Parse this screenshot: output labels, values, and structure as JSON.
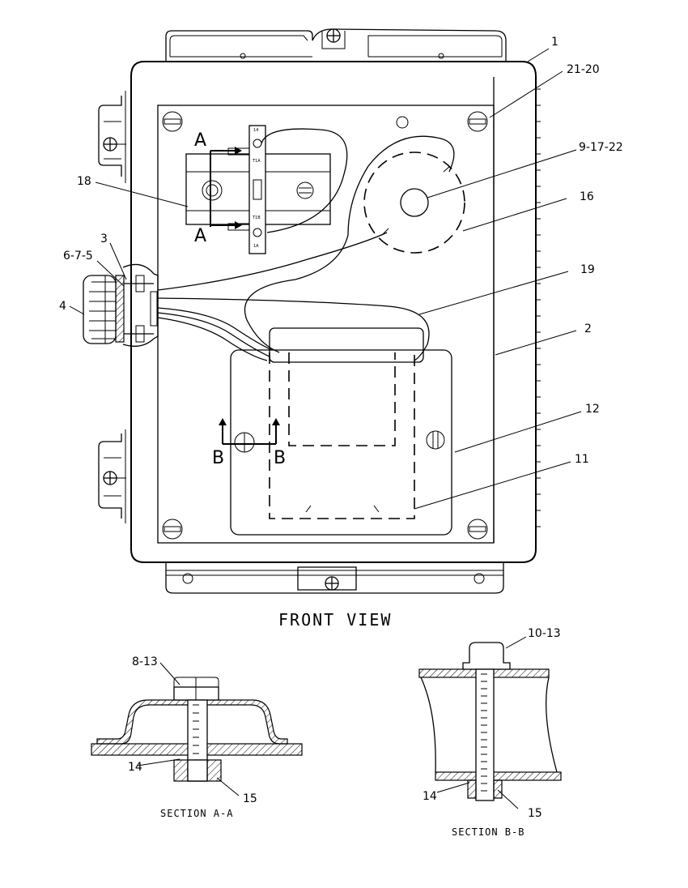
{
  "views": {
    "front_view": "FRONT VIEW",
    "section_a": "SECTION A-A",
    "section_b": "SECTION B-B"
  },
  "section_markers": {
    "a_top": "A",
    "a_bottom": "A",
    "b_left": "B",
    "b_right": "B"
  },
  "callouts": {
    "c1": "1",
    "c21_20": "21-20",
    "c9_17_22": "9-17-22",
    "c16": "16",
    "c18": "18",
    "c3": "3",
    "c6_7_5": "6-7-5",
    "c4": "4",
    "c19": "19",
    "c2": "2",
    "c12": "12",
    "c11": "11",
    "c8_13": "8-13",
    "c14a": "14",
    "c15a": "15",
    "c10_13": "10-13",
    "c14b": "14",
    "c15b": "15"
  },
  "terminal_block": {
    "t1": "14",
    "t2": "T1A",
    "t3": "T1B",
    "t4": "1A"
  }
}
